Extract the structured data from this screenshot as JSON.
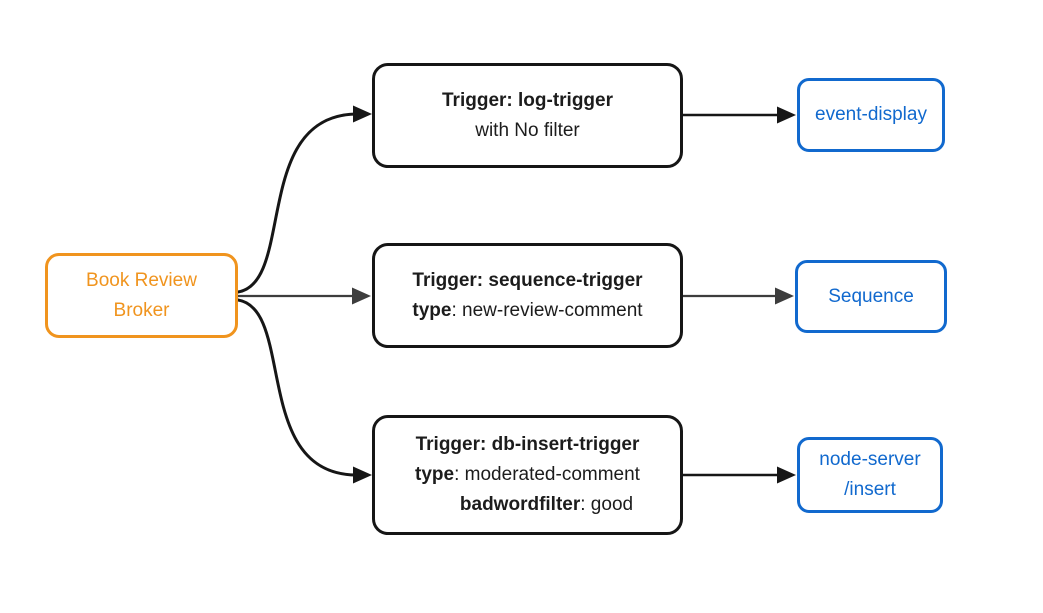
{
  "colors": {
    "orange": "#F0941E",
    "blue": "#1169CE",
    "edge": "#161616",
    "edge_gray": "#3d3d3d"
  },
  "broker": {
    "label_line1": "Book Review",
    "label_line2": "Broker"
  },
  "triggers": {
    "log": {
      "title": "Trigger: log-trigger",
      "subtitle": "with No filter"
    },
    "sequence": {
      "title": "Trigger: sequence-trigger",
      "attr1_key": "type",
      "attr1_value": ": new-review-comment"
    },
    "db_insert": {
      "title": "Trigger: db-insert-trigger",
      "attr1_key": "type",
      "attr1_value": ": moderated-comment",
      "attr2_key": "badwordfilter",
      "attr2_value": ": good"
    }
  },
  "sinks": {
    "event_display": {
      "label": "event-display"
    },
    "sequence": {
      "label": "Sequence"
    },
    "node_server": {
      "label_line1": "node-server",
      "label_line2": "/insert"
    }
  }
}
